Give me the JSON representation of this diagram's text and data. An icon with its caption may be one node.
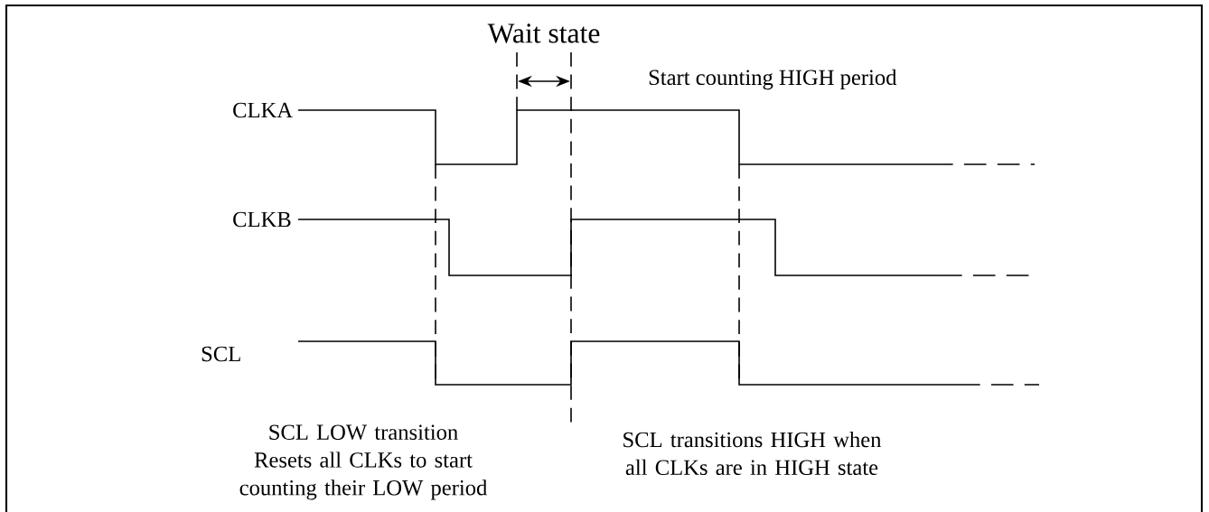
{
  "diagram": {
    "labels": [
      "Wait state",
      "Start counting HIGH period",
      "CLKA",
      "CLKB",
      "SCL",
      "SCL LOW transition Resets all CLKs to start counting their LOW period",
      "SCL transitions HIGH when all CLKs are in HIGH state"
    ]
  }
}
